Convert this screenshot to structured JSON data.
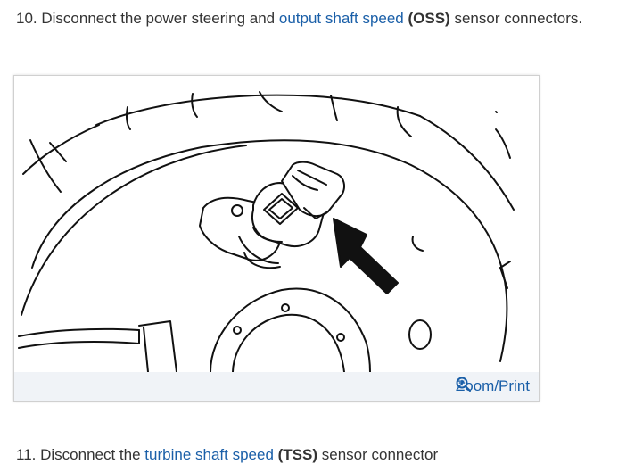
{
  "steps": [
    {
      "number": "10.",
      "before": "Disconnect the power steering and",
      "link": "output shaft speed",
      "abbr": "(OSS)",
      "after": "sensor connectors."
    },
    {
      "number": "11.",
      "before": "Disconnect the",
      "link": "turbine shaft speed",
      "abbr": "(TSS)",
      "after": "sensor connector"
    }
  ],
  "figure": {
    "zoom_label": "Zoom/Print"
  },
  "colors": {
    "text": "#333333",
    "link": "#1a5fa8",
    "zoom_bar": "#f0f3f7"
  },
  "icons": {
    "zoom": "magnifier-plus-icon"
  }
}
